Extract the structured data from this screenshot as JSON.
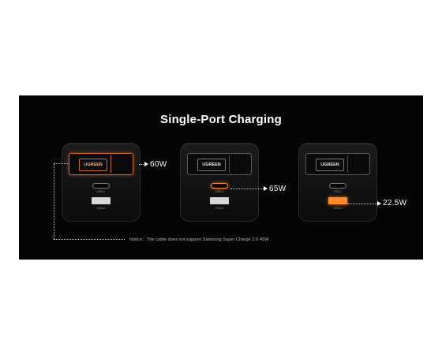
{
  "title": "Single-Port Charging",
  "chargers": [
    {
      "brand": "UGREEN",
      "usb_c_label": "USB-C",
      "usb_a_label": "USB-A",
      "power": "60W"
    },
    {
      "brand": "UGREEN",
      "usb_c_label": "USB-C",
      "usb_a_label": "USB-A",
      "power": "65W"
    },
    {
      "brand": "UGREEN",
      "usb_c_label": "USB-C",
      "usb_a_label": "USB-A",
      "power": "22.5W"
    }
  ],
  "notice": "Notice：The cable does not support Samsung Super Charge 2.0 45W",
  "colors": {
    "background": "#050505",
    "accent": "#ff8a30",
    "text": "#ffffff"
  }
}
